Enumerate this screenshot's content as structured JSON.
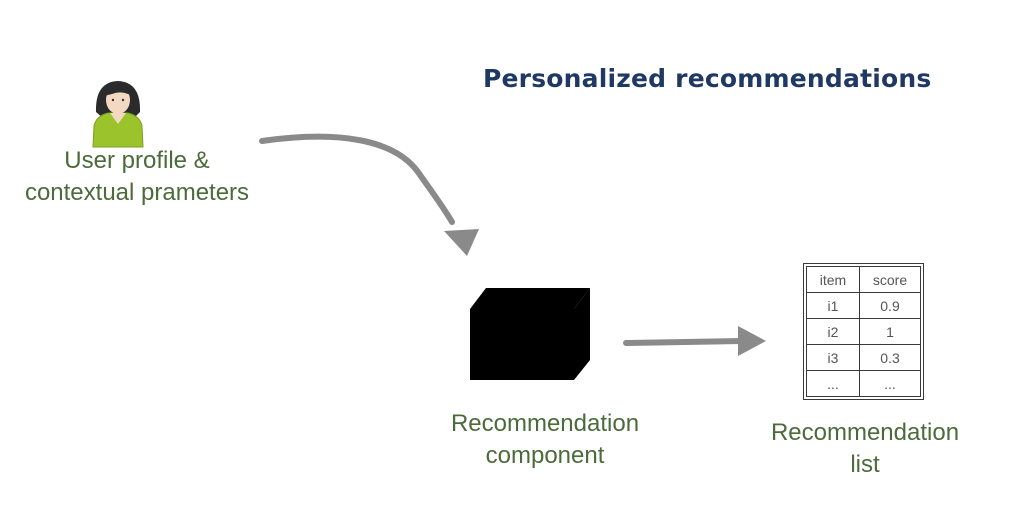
{
  "title": "Personalized recommendations",
  "user": {
    "label_line1": "User profile &",
    "label_line2": "contextual prameters",
    "icon": "user-icon"
  },
  "component": {
    "label_line1": "Recommendation",
    "label_line2": "component",
    "icon": "black-box-icon"
  },
  "list": {
    "label_line1": "Recommendation",
    "label_line2": "list",
    "table": {
      "headers": [
        "item",
        "score"
      ],
      "rows": [
        [
          "i1",
          "0.9"
        ],
        [
          "i2",
          "1"
        ],
        [
          "i3",
          "0.3"
        ],
        [
          "...",
          "..."
        ]
      ]
    }
  },
  "colors": {
    "title": "#1f3864",
    "label": "#4b6b3b",
    "arrow": "#8a8a8a",
    "box": "#000000",
    "user_body": "#9bc32b"
  }
}
